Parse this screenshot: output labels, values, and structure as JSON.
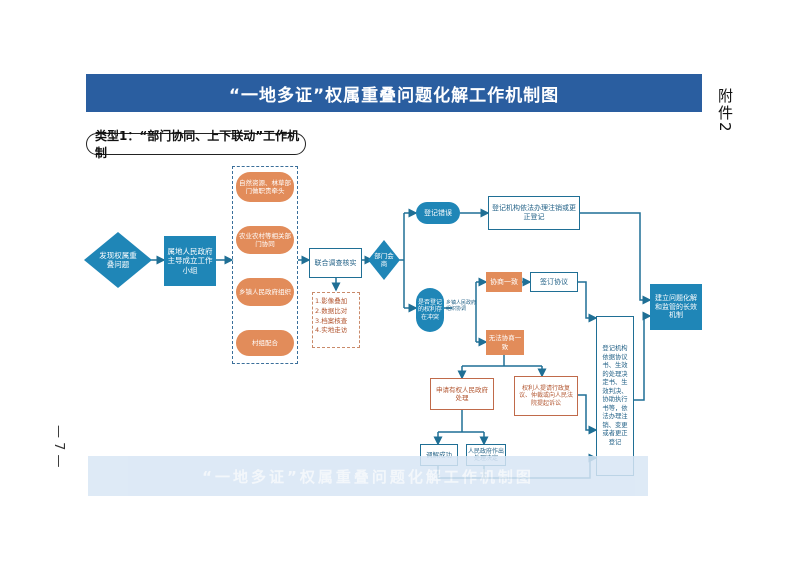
{
  "header": {
    "title": "“一地多证”权属重叠问题化解工作机制图",
    "side_label": "附件2",
    "page_number": "— 7 —"
  },
  "type_label": "类型1：“部门协同、上下联动”工作机制",
  "flow": {
    "start": "发现权属重叠问题",
    "gov_group": "属地人民政府主导成立工作小组",
    "dept_items": [
      "自然资源、林草部门做职责牵头",
      "农业农村等相关部门协同",
      "乡镇人民政府组织",
      "村组配合"
    ],
    "joint_verify": "联合调查核实",
    "verify_items": [
      "1.影像叠加",
      "2.数据比对",
      "3.档案核查",
      "4.实地走访"
    ],
    "dept_confirm": "部门会商",
    "reg_error": "登记错误",
    "reg_cancel": "登记机构依法办理注销或更正登记",
    "has_dispute": "是否登记的权利存在冲突",
    "dispute_note": "乡镇人民政府组织协调",
    "agree": "协商一致",
    "sign": "签订协议",
    "disagree": "无法协商一致",
    "apply_gov": "申请有权人民政府处理",
    "lawsuit": "权利人提请行政复议、仲裁或向人民法院提起诉讼",
    "mediation": "调解成功",
    "gov_decision": "人民政府作出处理决定",
    "registry_final": "登记机构依据协议书、生效的处理决定书、生效判决、协助执行书等，依法办理注销、变更或者更正登记",
    "long_term": "建立问题化解和监管的长效机制"
  },
  "watermark": "“一地多证”权属重叠问题化解工作机制图",
  "colors": {
    "title_bg": "#2a5ea0",
    "node_blue": "#1f86b7",
    "node_orange": "#e28c5a",
    "line": "#1f6f95"
  }
}
